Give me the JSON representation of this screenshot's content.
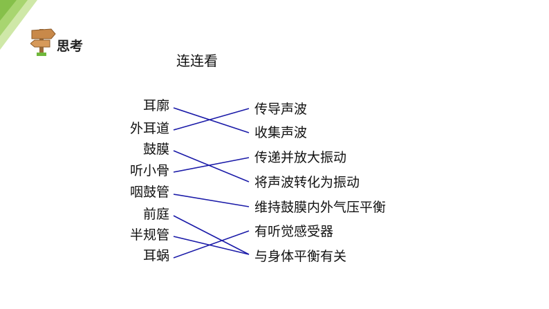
{
  "header": {
    "section_title": "思考",
    "page_title": "连连看"
  },
  "left_items": [
    "耳廓",
    "外耳道",
    "鼓膜",
    "听小骨",
    "咽鼓管",
    "前庭",
    "半规管",
    "耳蜗"
  ],
  "right_items": [
    "传导声波",
    "收集声波",
    "传递并放大振动",
    "将声波转化为振动",
    "维持鼓膜内外气压平衡",
    "有听觉感受器",
    "与身体平衡有关"
  ],
  "connections": [
    {
      "from": 0,
      "to": 1
    },
    {
      "from": 1,
      "to": 0
    },
    {
      "from": 2,
      "to": 3
    },
    {
      "from": 3,
      "to": 2
    },
    {
      "from": 4,
      "to": 4
    },
    {
      "from": 5,
      "to": 6
    },
    {
      "from": 6,
      "to": 6
    },
    {
      "from": 7,
      "to": 5
    }
  ],
  "colors": {
    "line": "#1a1aa8",
    "corner_dark": "#7fbf3f",
    "corner_light": "#cfe8a8"
  }
}
